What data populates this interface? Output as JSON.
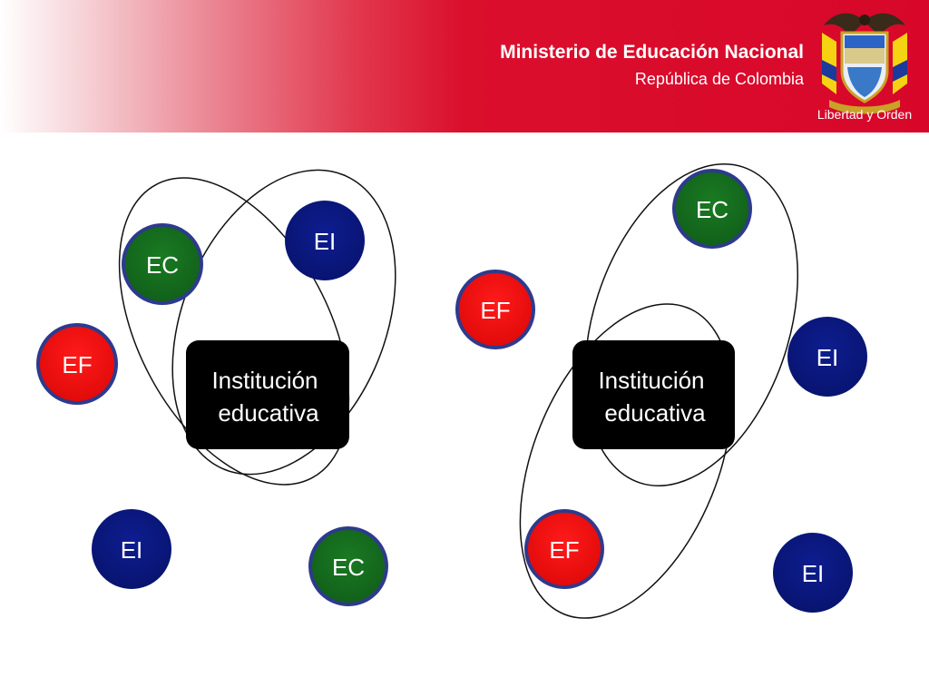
{
  "header": {
    "title": "Ministerio de Educación Nacional",
    "subtitle": "República de Colombia",
    "motto": "Libertad y Orden"
  },
  "colors": {
    "header_red": "#d8072a",
    "EC": "#176e1d",
    "EI": "#0b1880",
    "EF": "#ee1010",
    "ring": "#2e3a8c",
    "institution": "#000000"
  },
  "diagram_left": {
    "institution_line1": "Institución",
    "institution_line2": "educativa",
    "nodes": [
      {
        "label": "EC",
        "type": "EC"
      },
      {
        "label": "EI",
        "type": "EI"
      },
      {
        "label": "EF",
        "type": "EF"
      },
      {
        "label": "EI",
        "type": "EI"
      },
      {
        "label": "EC",
        "type": "EC"
      }
    ]
  },
  "diagram_right": {
    "institution_line1": "Institución",
    "institution_line2": "educativa",
    "nodes": [
      {
        "label": "EC",
        "type": "EC"
      },
      {
        "label": "EF",
        "type": "EF"
      },
      {
        "label": "EI",
        "type": "EI"
      },
      {
        "label": "EF",
        "type": "EF"
      },
      {
        "label": "EI",
        "type": "EI"
      }
    ]
  }
}
